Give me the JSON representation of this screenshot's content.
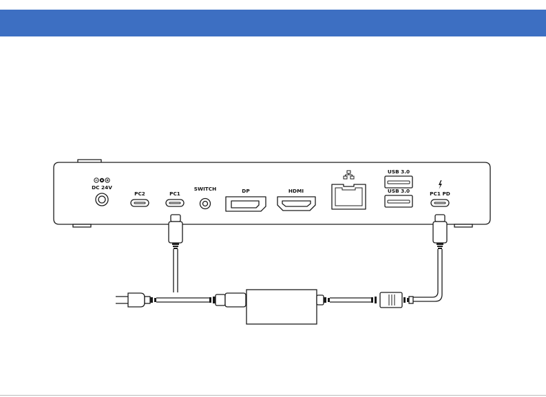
{
  "header": {
    "color": "#3d6fc2"
  },
  "ports": {
    "dc_label": "DC 24V",
    "pc2_label": "PC2",
    "pc1_label": "PC1",
    "switch_label": "SWITCH",
    "dp_label": "DP",
    "hdmi_label": "HDMI",
    "usb_top_label": "USB 3.0",
    "usb_bottom_label": "USB 3.0",
    "pc1pd_label": "PC1 PD"
  },
  "icons": {
    "dc_polarity": "dc-polarity-icon",
    "network": "network-icon",
    "lightning": "lightning-icon",
    "power_plug": "power-plug-icon",
    "power_adapter": "power-adapter-icon",
    "usb_c_connector": "usb-c-connector-icon"
  }
}
